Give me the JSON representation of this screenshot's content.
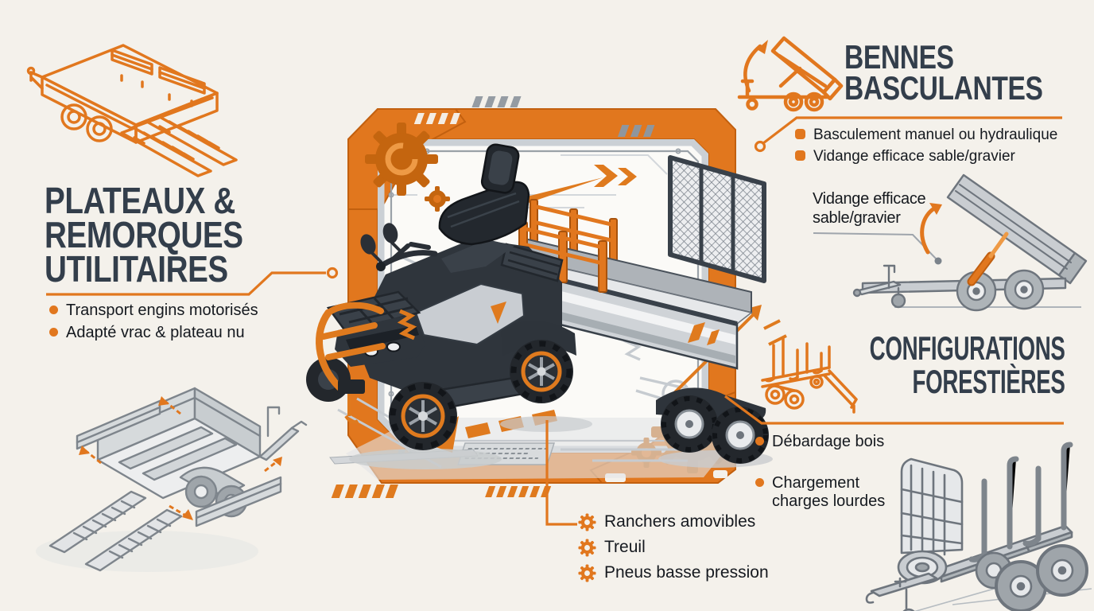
{
  "palette": {
    "background": "#F4F1EB",
    "orange": "#E1771E",
    "orange_dark": "#C2600F",
    "navy": "#333E4B",
    "text": "#1B2027",
    "gray_line": "#8F969D"
  },
  "sections": {
    "plateaux": {
      "icon": "flatbed-trailer-outline-icon",
      "title_lines": [
        "PLATEAUX &",
        "REMORQUES",
        "UTILITAIRES"
      ],
      "bullets": [
        "Transport engins motorisés",
        "Adapté vrac & plateau nu"
      ]
    },
    "bennes": {
      "icon": "tipping-trailer-icon",
      "title_lines": [
        "BENNES",
        "BASCULANTES"
      ],
      "bullets": [
        "Basculement manuel ou hydraulique",
        "Vidange efficace sable/gravier"
      ]
    },
    "vidange_callout": {
      "lines": [
        "Vidange efficace",
        "sable/gravier"
      ]
    },
    "forestieres": {
      "icon": "forestry-trailer-icon",
      "title_lines": [
        "CONFIGURATIONS",
        "FORESTIÈRES"
      ],
      "bullets": [
        "Débardage bois",
        "Chargement charges lourdes"
      ]
    },
    "features": {
      "icon": "gear-icon",
      "items": [
        "Ranchers amovibles",
        "Treuil",
        "Pneus basse pression"
      ]
    }
  }
}
